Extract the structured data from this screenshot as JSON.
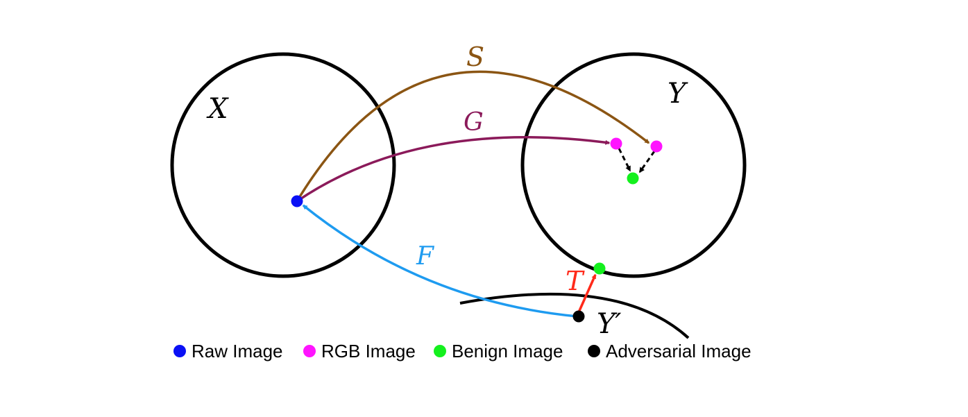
{
  "sets": {
    "x": "X",
    "y": "Y",
    "y_prime": "Y′"
  },
  "mappings": {
    "s": {
      "label": "S",
      "color": "#8B5513"
    },
    "g": {
      "label": "G",
      "color": "#8B1A5A"
    },
    "f": {
      "label": "F",
      "color": "#1E9BF0"
    },
    "t": {
      "label": "T",
      "color": "#FF2A1A"
    }
  },
  "legend": {
    "items": [
      {
        "label": "Raw Image",
        "color": "#0A10F5"
      },
      {
        "label": "RGB Image",
        "color": "#FF14FF"
      },
      {
        "label": "Benign Image",
        "color": "#14F01E"
      },
      {
        "label": "Adversarial Image",
        "color": "#000000"
      }
    ]
  }
}
